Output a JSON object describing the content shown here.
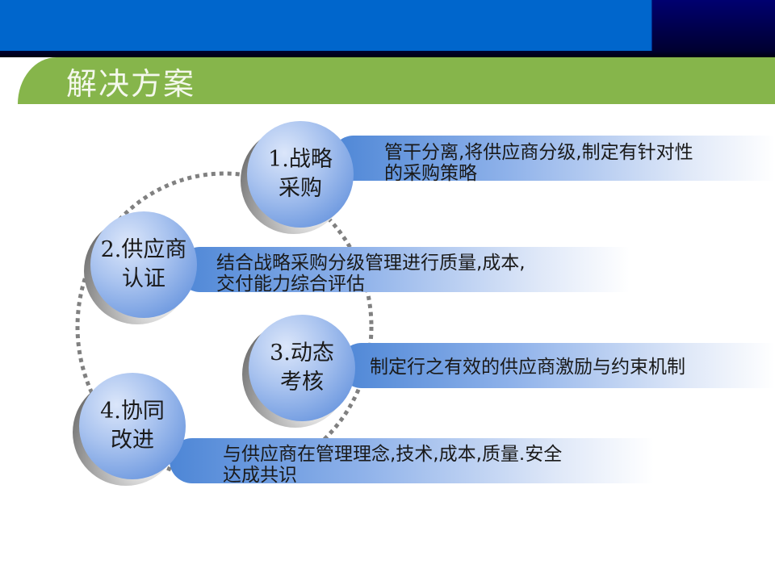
{
  "header": {
    "title": "解决方案"
  },
  "colors": {
    "top_bar": "#0066cc",
    "top_bar_dark": "#000060",
    "title_bar": "#86b54b",
    "disc_face": "#8fb2ea",
    "ring_dots": "#808080"
  },
  "items": [
    {
      "number": "1.",
      "label_line1": "1.战略",
      "label_line2": "采购",
      "desc_line1": "管干分离,将供应商分级,制定有针对性",
      "desc_line2": "的采购策略"
    },
    {
      "number": "2.",
      "label_line1": "2.供应商",
      "label_line2": "认证",
      "desc_line1": "结合战略采购分级管理进行质量,成本,",
      "desc_line2": "交付能力综合评估"
    },
    {
      "number": "3.",
      "label_line1": "3.动态",
      "label_line2": "考核",
      "desc_line1": "制定行之有效的供应商激励与约束机制",
      "desc_line2": ""
    },
    {
      "number": "4.",
      "label_line1": "4.协同",
      "label_line2": "改进",
      "desc_line1": "与供应商在管理理念,技术,成本,质量.安全",
      "desc_line2": "达成共识"
    }
  ]
}
